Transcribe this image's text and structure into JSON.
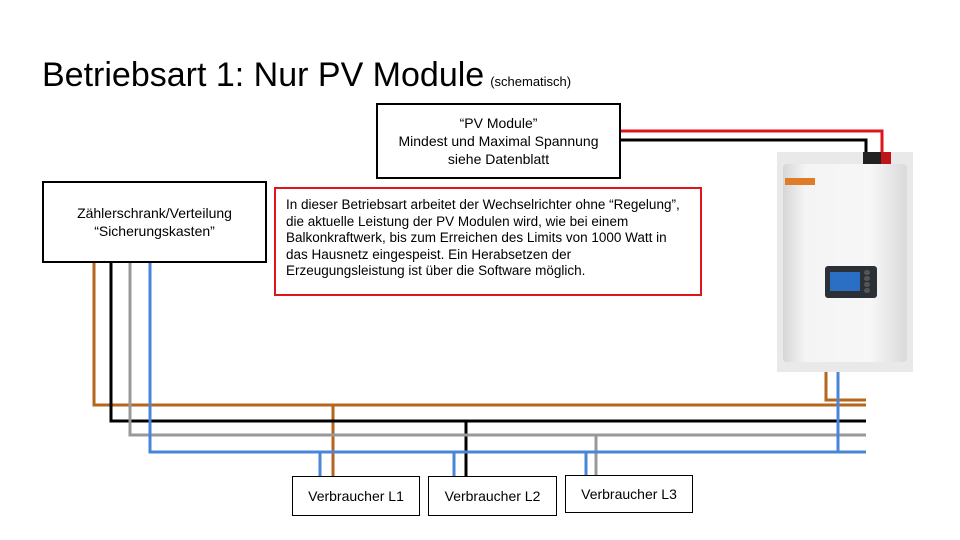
{
  "title": {
    "main": "Betriebsart 1: Nur PV Module",
    "sub": "(schematisch)"
  },
  "pv_module": {
    "line1": "“PV Module”",
    "line2": "Mindest und Maximal Spannung",
    "line3": "siehe Datenblatt"
  },
  "meter_cabinet": {
    "line1": "Zählerschrank/Verteilung",
    "line2": "“Sicherungskasten”"
  },
  "note": {
    "text": "In dieser Betriebsart arbeitet der Wechselrichter ohne “Regelung”, die aktuelle Leistung der PV Modulen wird, wie bei einem Balkonkraftwerk, bis zum Erreichen des Limits von 1000 Watt in das Hausnetz eingespeist. Ein Herabsetzen der Erzeugungsleistung ist über die Software möglich.",
    "border_color": "#e0141b"
  },
  "loads": [
    {
      "label": "Verbraucher L1"
    },
    {
      "label": "Verbraucher L2"
    },
    {
      "label": "Verbraucher L3"
    }
  ],
  "wire_colors": {
    "L1": "#b5651d",
    "L2": "#000000",
    "L3": "#999999",
    "N": "#4a86d8",
    "dc_positive": "#e0141b",
    "dc_negative": "#000000"
  },
  "inverter": {
    "icon": "inverter-device-icon"
  }
}
